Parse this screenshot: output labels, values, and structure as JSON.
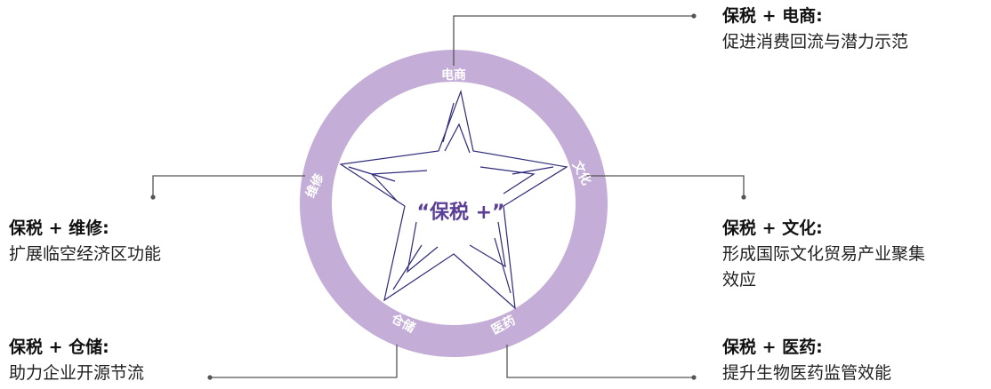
{
  "center_label": "“保税 +”",
  "ring_labels": {
    "ecommerce": "电商",
    "culture": "文化",
    "repair": "维修",
    "warehouse": "仓储",
    "medicine": "医药"
  },
  "callouts": {
    "ecommerce": {
      "title": "保税 + 电商:",
      "desc": "促进消费回流与潜力示范"
    },
    "culture": {
      "title": "保税 + 文化:",
      "desc": "形成国际文化贸易产业聚集",
      "desc2": "效应"
    },
    "repair": {
      "title": "保税 + 维修:",
      "desc": "扩展临空经济区功能"
    },
    "warehouse": {
      "title": "保税 + 仓储:",
      "desc": "助力企业开源节流"
    },
    "medicine": {
      "title": "保税 + 医药:",
      "desc": "提升生物医药监管效能"
    }
  },
  "colors": {
    "ring": "#c4add6",
    "star_stroke": "#2e2a7a",
    "connector": "#555555",
    "center_text": "#5b3e96"
  }
}
